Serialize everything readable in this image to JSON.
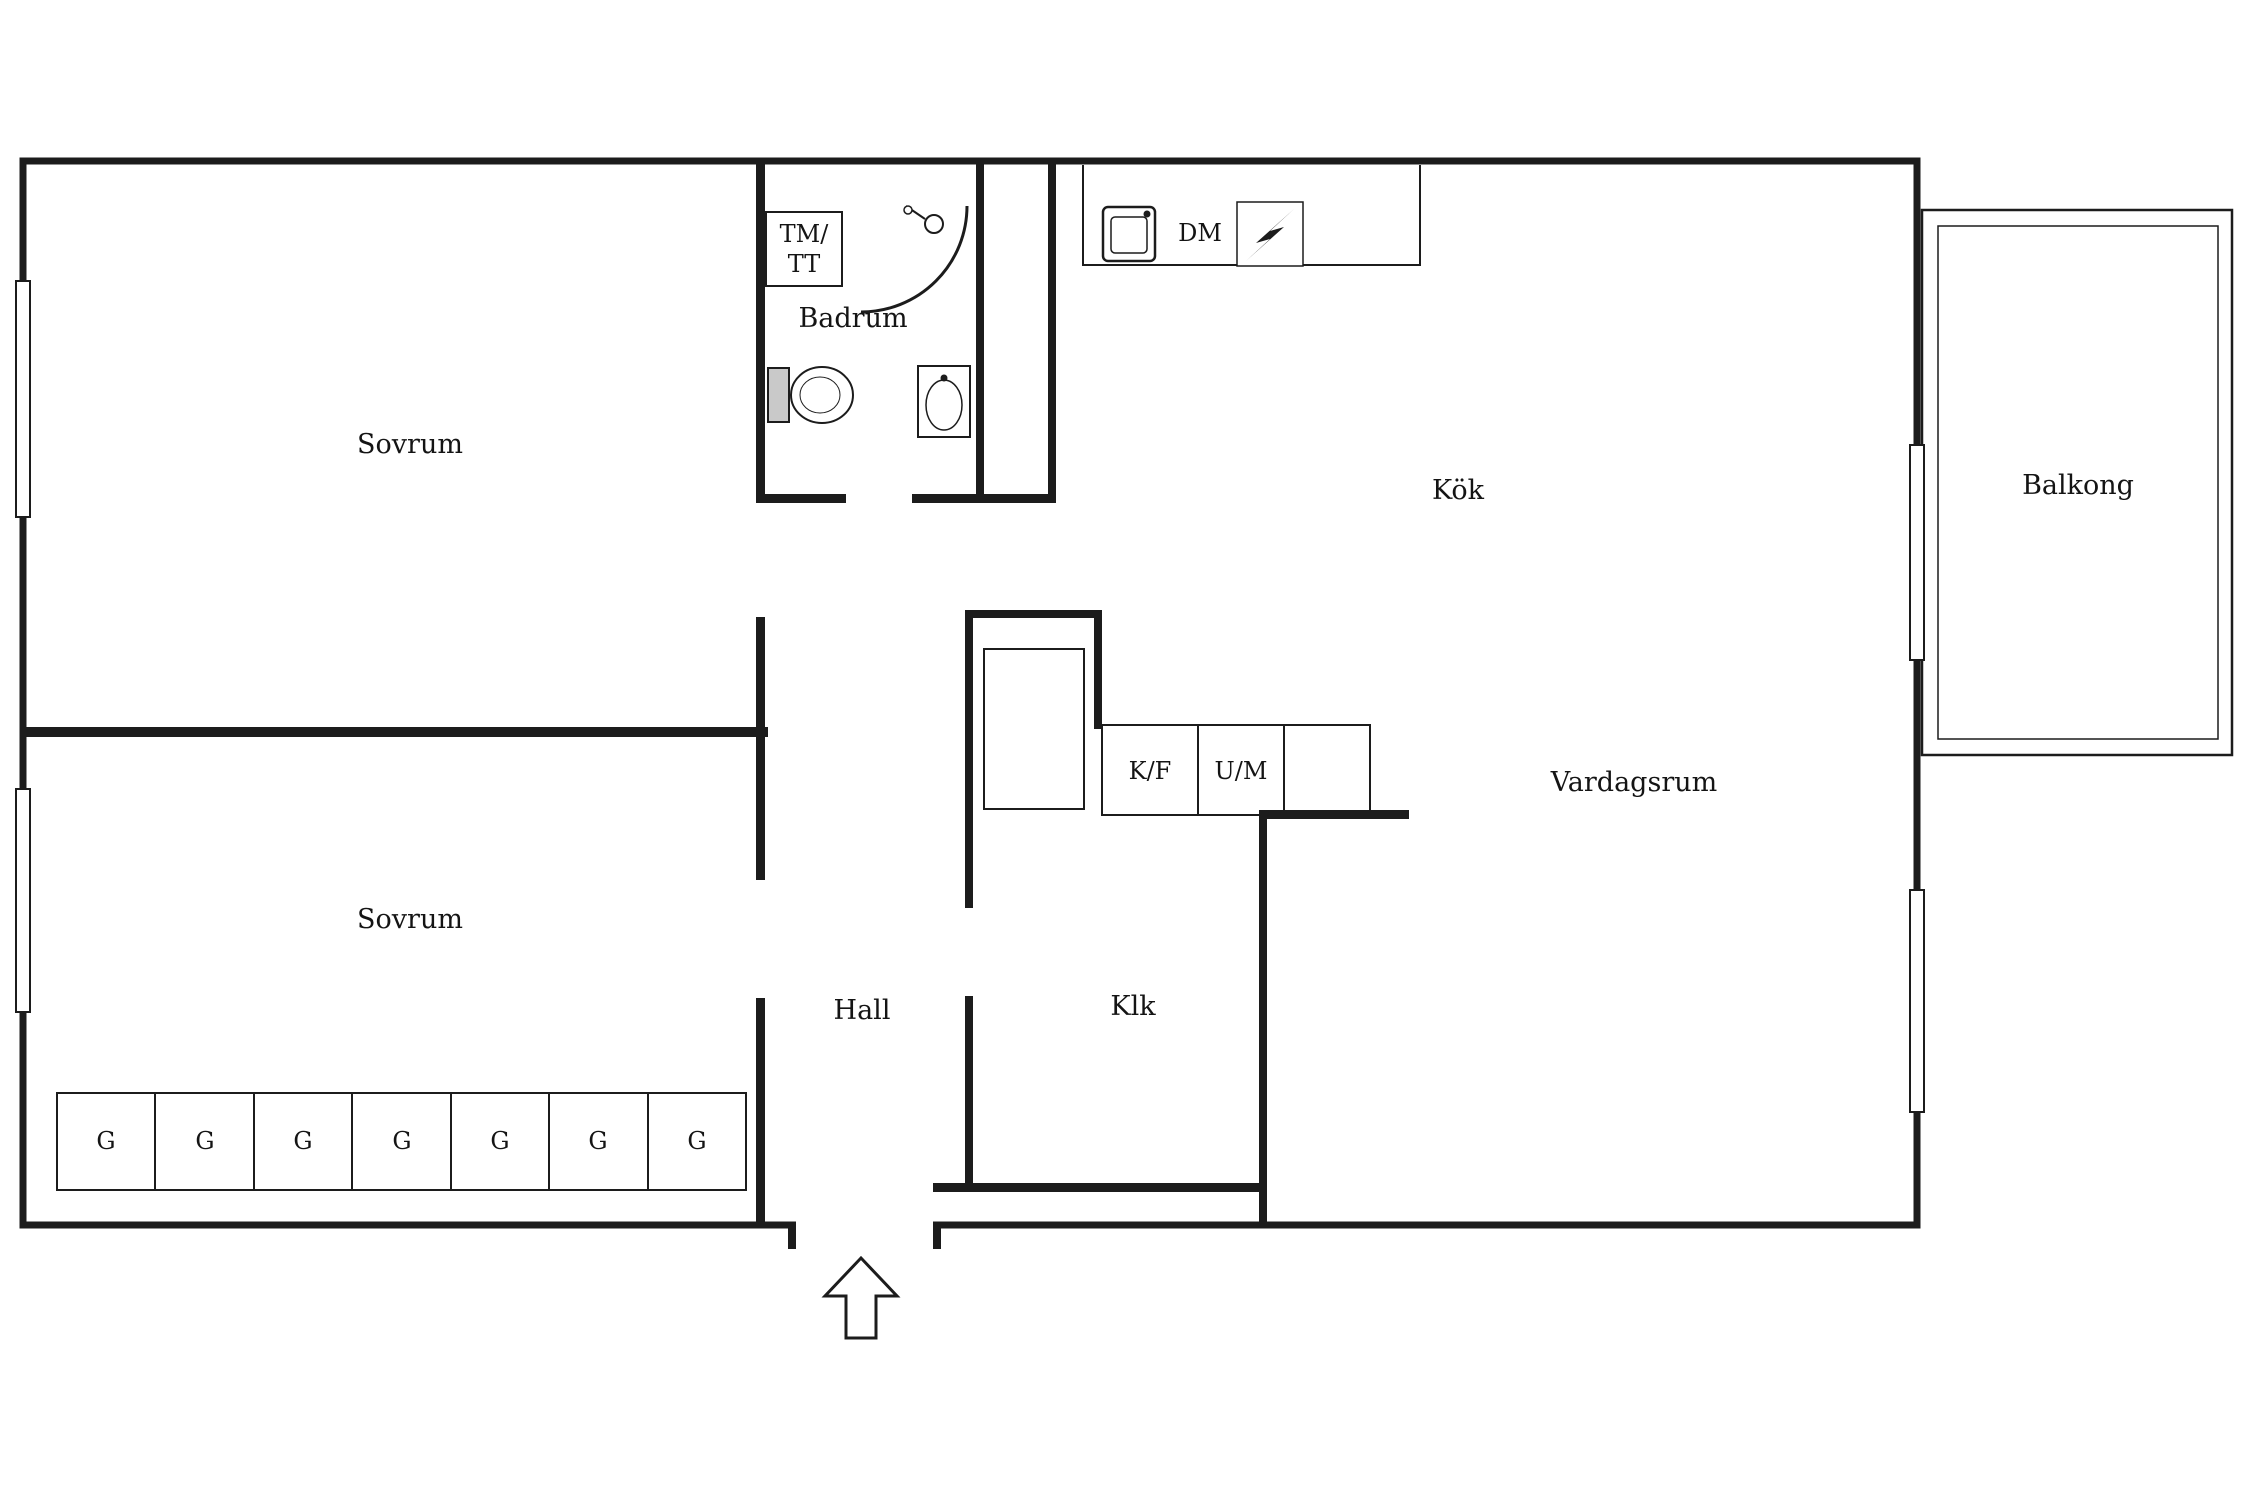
{
  "colors": {
    "wall": "#1c1c1c",
    "background": "#ffffff"
  },
  "rooms": {
    "sovrum_top": {
      "label": "Sovrum"
    },
    "sovrum_bottom": {
      "label": "Sovrum"
    },
    "badrum": {
      "label": "Badrum"
    },
    "kok": {
      "label": "Kök"
    },
    "vardagsrum": {
      "label": "Vardagsrum"
    },
    "balkong": {
      "label": "Balkong"
    },
    "hall": {
      "label": "Hall"
    },
    "klk": {
      "label": "Klk"
    }
  },
  "fixtures": {
    "washer_dryer": {
      "label": "TM/\nTT"
    },
    "dishwasher": {
      "label": "DM"
    },
    "fridge_freezer": {
      "label": "K/F"
    },
    "oven_micro": {
      "label": "U/M"
    }
  },
  "wardrobes": {
    "labels": [
      "G",
      "G",
      "G",
      "G",
      "G",
      "G",
      "G"
    ]
  }
}
